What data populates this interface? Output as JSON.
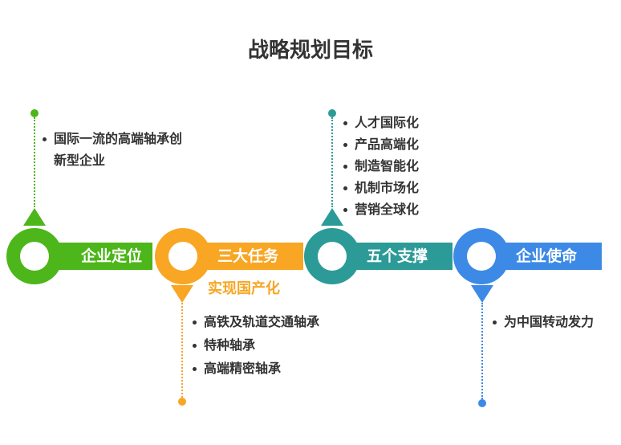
{
  "title": "战略规划目标",
  "colors": {
    "green": "#4cb61a",
    "orange": "#f8a623",
    "teal": "#2c9b98",
    "blue": "#3d8ae6"
  },
  "stages": [
    {
      "label": "企业定位",
      "items": [
        "国际一流的高端轴承创",
        "新型企业"
      ]
    },
    {
      "label": "三大任务",
      "sublabel": "实现国产化",
      "items": [
        "高铁及轨道交通轴承",
        "特种轴承",
        "高端精密轴承"
      ]
    },
    {
      "label": "五个支撑",
      "items": [
        "人才国际化",
        "产品高端化",
        "制造智能化",
        "机制市场化",
        "营销全球化"
      ]
    },
    {
      "label": "企业使命",
      "items": [
        "为中国转动发力"
      ]
    }
  ]
}
